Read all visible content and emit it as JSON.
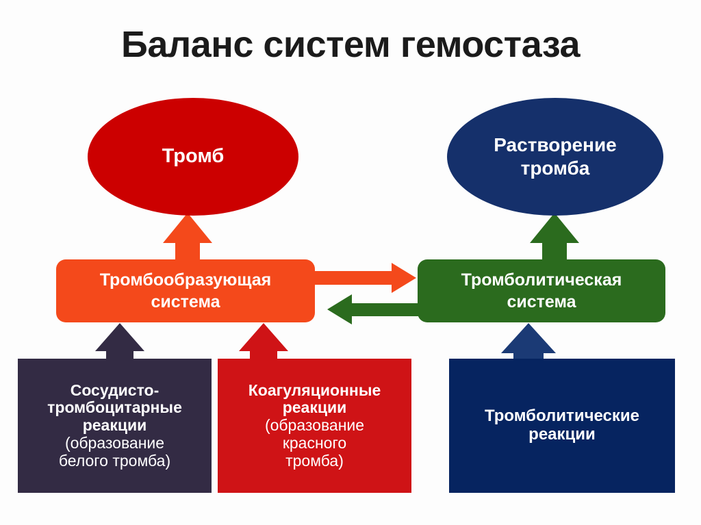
{
  "slide": {
    "title": "Баланс систем гемостаза",
    "background_color": "#fdfdfd",
    "title_color": "#1b1b1b"
  },
  "nodes": {
    "thrombus_ellipse": {
      "label": "Тромб",
      "shape": "ellipse",
      "color": "#cc0000",
      "text_color": "#ffffff"
    },
    "lysis_ellipse": {
      "label_line1": "Растворение",
      "label_line2": "тромба",
      "shape": "ellipse",
      "color": "#15306b",
      "text_color": "#ffffff"
    },
    "thrombogenic_system": {
      "label_line1": "Тромбообразующая",
      "label_line2": "система",
      "shape": "rounded-rect",
      "color": "#f4491b",
      "text_color": "#ffffff"
    },
    "thrombolytic_system": {
      "label_line1": "Тромболитическая",
      "label_line2": "система",
      "shape": "rounded-rect",
      "color": "#2b6b1e",
      "text_color": "#ffffff"
    },
    "vascular_platelet_reactions": {
      "title_line1": "Сосудисто-",
      "title_line2": "тромбоцитарные",
      "title_line3": "реакции",
      "sub_line1": "(образование",
      "sub_line2": "белого тромба)",
      "shape": "rect",
      "color": "#332b44",
      "text_color": "#ffffff"
    },
    "coagulation_reactions": {
      "title_line1": "Коагуляционные",
      "title_line2": "реакции",
      "sub_line1": "(образование",
      "sub_line2": "красного",
      "sub_line3": "тромба)",
      "shape": "rect",
      "color": "#cf1316",
      "text_color": "#ffffff"
    },
    "thrombolytic_reactions": {
      "title_line1": "Тромболитические",
      "title_line2": "реакции",
      "shape": "rect",
      "color": "#062460",
      "text_color": "#ffffff"
    }
  },
  "arrows": [
    {
      "name": "arrow-thrombogenic-to-thrombus",
      "direction": "up",
      "color": "#f4491b",
      "from": "thrombogenic_system",
      "to": "thrombus_ellipse"
    },
    {
      "name": "arrow-thrombolytic-to-lysis",
      "direction": "up",
      "color": "#2b6b1e",
      "from": "thrombolytic_system",
      "to": "lysis_ellipse"
    },
    {
      "name": "arrow-thrombogenic-to-thrombolytic",
      "direction": "right",
      "color": "#f4491b",
      "from": "thrombogenic_system",
      "to": "thrombolytic_system"
    },
    {
      "name": "arrow-thrombolytic-to-thrombogenic",
      "direction": "left",
      "color": "#2b6b1e",
      "from": "thrombolytic_system",
      "to": "thrombogenic_system"
    },
    {
      "name": "arrow-vascular-to-thrombogenic",
      "direction": "up",
      "color": "#332b44",
      "from": "vascular_platelet_reactions",
      "to": "thrombogenic_system"
    },
    {
      "name": "arrow-coagulation-to-thrombogenic",
      "direction": "up",
      "color": "#cf1316",
      "from": "coagulation_reactions",
      "to": "thrombogenic_system"
    },
    {
      "name": "arrow-thrombolytic-reactions-to-system",
      "direction": "up",
      "color": "#1b3a75",
      "from": "thrombolytic_reactions",
      "to": "thrombolytic_system"
    }
  ]
}
